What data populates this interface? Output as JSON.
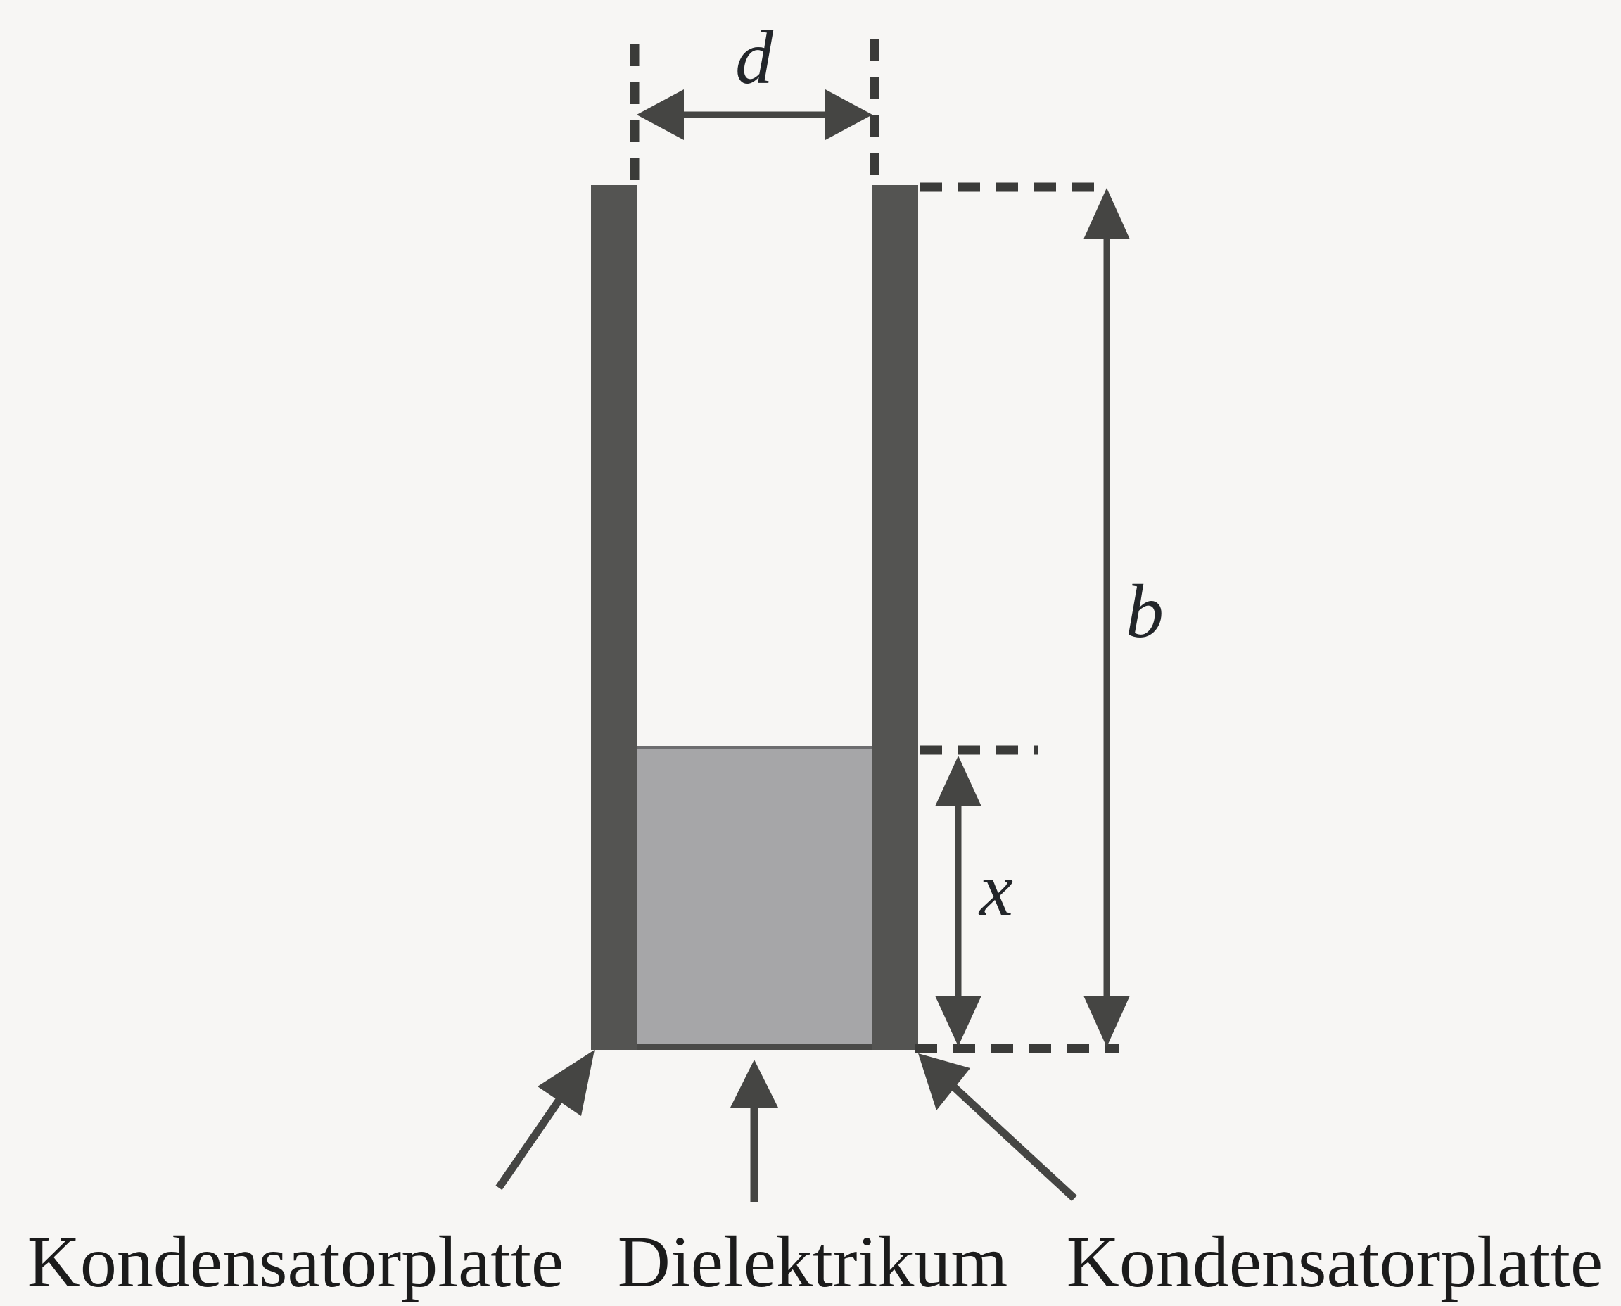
{
  "diagram": {
    "type": "physics-capacitor-dielectric-figure",
    "dimension_labels": {
      "plate_gap": "d",
      "plate_height": "b",
      "dielectric_fill_height": "x"
    },
    "part_labels": {
      "left_plate": "Kondensatorplatte",
      "dielectric": "Dielektrikum",
      "right_plate": "Kondensatorplatte"
    },
    "colors": {
      "background": "#f7f6f4",
      "plate": "#545452",
      "dielectric": "#a6a6a8",
      "line": "#454543",
      "dash": "#3b3b39",
      "math_text": "#23262a",
      "label_text": "#1b1b1b"
    }
  }
}
